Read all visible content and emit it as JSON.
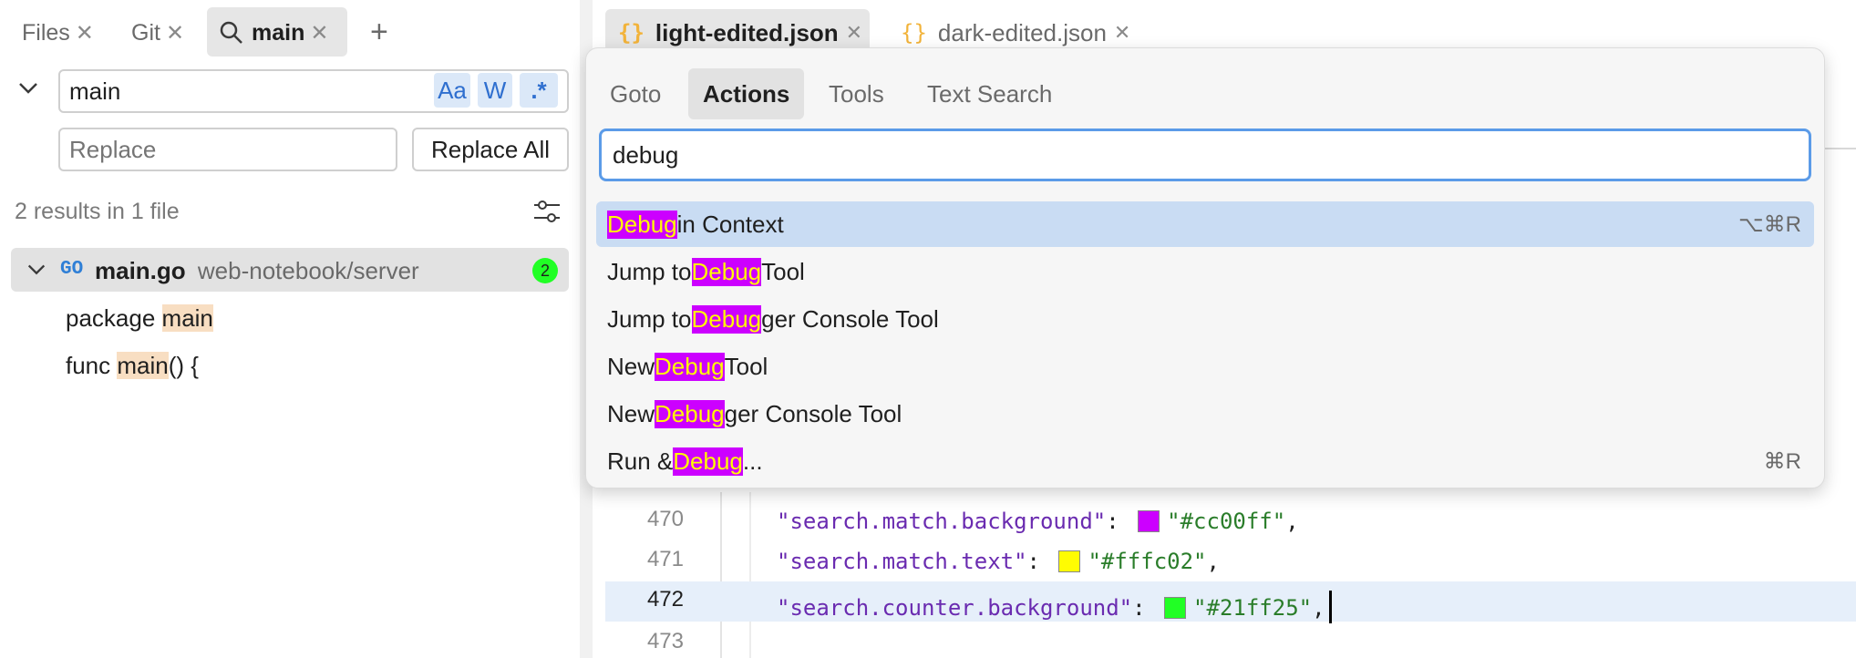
{
  "left_panel": {
    "tabs": [
      {
        "label": "Files"
      },
      {
        "label": "Git"
      },
      {
        "label": "main"
      }
    ],
    "search": {
      "value": "main",
      "options": [
        "Aa",
        "W",
        ".*"
      ],
      "replace_placeholder": "Replace",
      "replace_all_label": "Replace All"
    },
    "results_summary": "2 results in 1 file",
    "file_result": {
      "lang": "GO",
      "filename": "main.go",
      "path": "web-notebook/server",
      "count": "2"
    },
    "matches": [
      {
        "before": "package ",
        "match": "main",
        "after": ""
      },
      {
        "before": "func ",
        "match": "main",
        "after": "() {"
      }
    ]
  },
  "editor": {
    "tabs": [
      {
        "label": "light-edited.json"
      },
      {
        "label": "dark-edited.json"
      }
    ],
    "lines": [
      {
        "num": "470",
        "key": "\"search.match.background\"",
        "swatch": "#cc00ff",
        "value": "\"#cc00ff\""
      },
      {
        "num": "471",
        "key": "\"search.match.text\"",
        "swatch": "#fffc02",
        "value": "\"#fffc02\""
      },
      {
        "num": "472",
        "key": "\"search.counter.background\"",
        "swatch": "#21ff25",
        "value": "\"#21ff25\""
      },
      {
        "num": "473"
      }
    ]
  },
  "palette": {
    "tabs": [
      "Goto",
      "Actions",
      "Tools",
      "Text Search"
    ],
    "active_tab": "Actions",
    "query": "debug",
    "items": [
      {
        "pre": "",
        "match": "Debug",
        "post": " in Context",
        "shortcut": "⌥⌘R"
      },
      {
        "pre": "Jump to ",
        "match": "Debug",
        "post": " Tool",
        "shortcut": ""
      },
      {
        "pre": "Jump to ",
        "match": "Debug",
        "post": "ger Console Tool",
        "shortcut": ""
      },
      {
        "pre": "New ",
        "match": "Debug",
        "post": " Tool",
        "shortcut": ""
      },
      {
        "pre": "New ",
        "match": "Debug",
        "post": "ger Console Tool",
        "shortcut": ""
      },
      {
        "pre": "Run & ",
        "match": "Debug",
        "post": "...",
        "shortcut": "⌘R"
      }
    ]
  },
  "colors": {
    "match_bg": "#cc00ff",
    "match_text": "#fffc02",
    "counter_bg": "#21ff25"
  }
}
